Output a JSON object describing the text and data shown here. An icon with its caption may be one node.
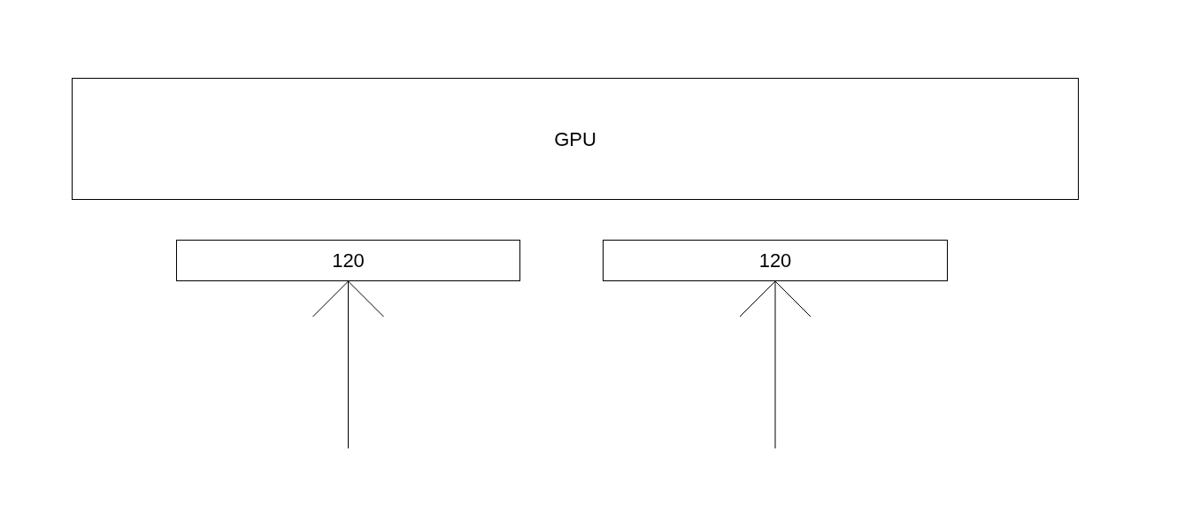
{
  "diagram": {
    "nodes": [
      {
        "text": [
          "GPU"
        ]
      },
      {
        "text": [
          "120"
        ]
      },
      {
        "text": [
          "120"
        ]
      }
    ],
    "edges": [
      {
        "from": null,
        "to": 1,
        "arrow": "to"
      },
      {
        "from": null,
        "to": 2,
        "arrow": "to"
      }
    ]
  }
}
